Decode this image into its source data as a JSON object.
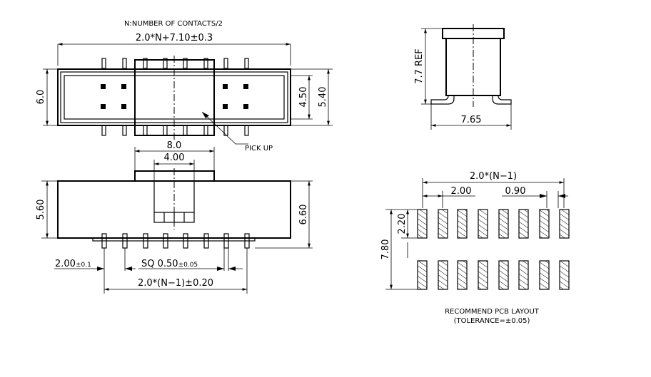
{
  "top_view": {
    "note": "N:NUMBER OF CONTACTS/2",
    "overall_length": "2.0*N+7.10±0.3",
    "width_left": "6.0",
    "inner_height": "4.50",
    "outer_height": "5.40",
    "pick_up": "PICK UP"
  },
  "front_view": {
    "cap_width": "8.0",
    "cap_inner": "4.00",
    "body_height_left": "5.60",
    "body_height_right": "6.60",
    "pitch": "2.00",
    "pitch_tol": "±0.1",
    "pin_sq": "SQ  0.50",
    "pin_sq_tol": "±0.05",
    "pin_span": "2.0*(N−1)±0.20"
  },
  "side_view": {
    "height": "7.7 REF",
    "foot_span": "7.65"
  },
  "pcb_layout": {
    "span": "2.0*(N−1)",
    "pitch": "2.00",
    "pad_width": "0.90",
    "pad_length": "2.20",
    "row_span": "7.80",
    "caption": "RECOMMEND PCB LAYOUT",
    "tolerance": "(TOLERANCE=±0.05)"
  }
}
